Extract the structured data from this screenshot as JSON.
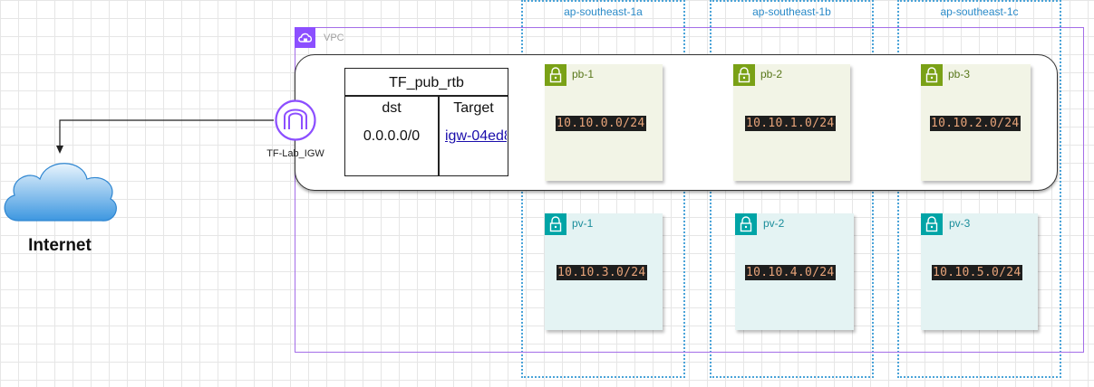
{
  "availability_zones": [
    {
      "label": "ap-southeast-1a"
    },
    {
      "label": "ap-southeast-1b"
    },
    {
      "label": "ap-southeast-1c"
    }
  ],
  "vpc": {
    "label": "VPC"
  },
  "route_table": {
    "title": "TF_pub_rtb",
    "headers": [
      "dst",
      "Target"
    ],
    "row": [
      "0.0.0.0/0",
      "igw-04ed8"
    ]
  },
  "igw": {
    "label": "TF-Lab_IGW"
  },
  "internet": {
    "label": "Internet"
  },
  "public_subnets": [
    {
      "name": "pb-1",
      "cidr": "10.10.0.0/24"
    },
    {
      "name": "pb-2",
      "cidr": "10.10.1.0/24"
    },
    {
      "name": "pb-3",
      "cidr": "10.10.2.0/24"
    }
  ],
  "private_subnets": [
    {
      "name": "pv-1",
      "cidr": "10.10.3.0/24"
    },
    {
      "name": "pv-2",
      "cidr": "10.10.4.0/24"
    },
    {
      "name": "pv-3",
      "cidr": "10.10.5.0/24"
    }
  ],
  "colors": {
    "vpc": "#8c4fff",
    "public_subnet": "#7aa116",
    "private_subnet": "#00a4a6",
    "az_border": "#4aa3d8"
  },
  "icons": {
    "vpc": "cloud-lock-icon",
    "subnet": "padlock-icon",
    "igw": "internet-gateway-icon",
    "internet": "cloud-icon"
  }
}
